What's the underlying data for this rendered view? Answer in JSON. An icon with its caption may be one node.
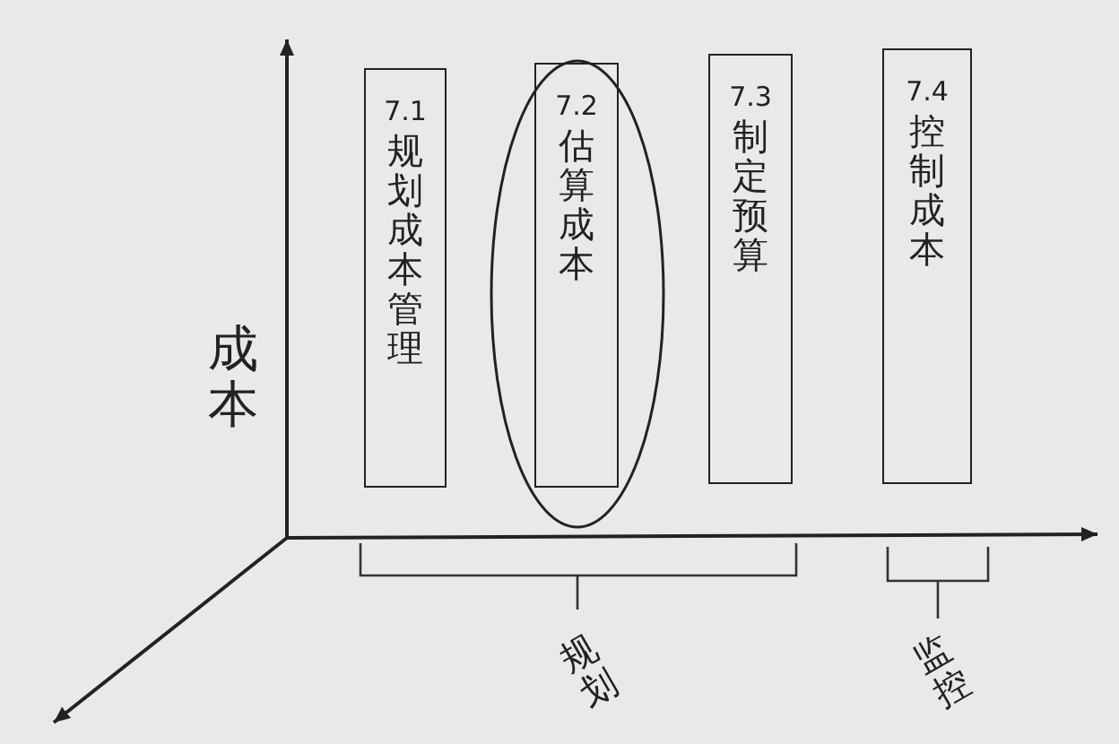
{
  "diagram": {
    "nodes": [
      {
        "text": [
          "7.1",
          "规划成本管理"
        ]
      },
      {
        "text": [
          "7.2",
          "估算成本"
        ]
      },
      {
        "text": [
          "7.3",
          "制定预算"
        ]
      },
      {
        "text": [
          "7.4",
          "控制成本"
        ]
      }
    ],
    "edges": [],
    "labels": [
      "成本",
      "规划",
      "监控"
    ]
  }
}
